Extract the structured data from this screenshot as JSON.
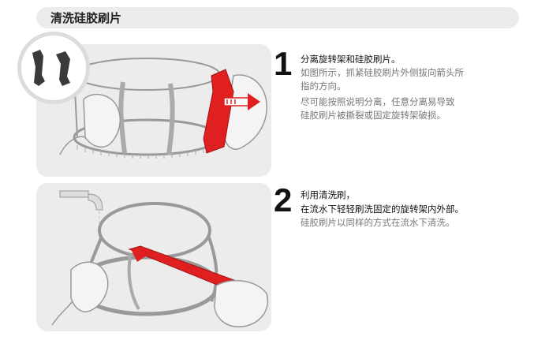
{
  "header": {
    "title": "清洗硅胶刷片"
  },
  "step1": {
    "number": "1",
    "title": "分离旋转架和硅胶刷片。",
    "lines": [
      "如图所示，抓紧硅胶刷片外侧拔向箭头所",
      "指的方向。",
      "尽可能按照说明分离，任意分离易导致",
      "硅胶刷片被撕裂或固定旋转架破损。"
    ]
  },
  "step2": {
    "number": "2",
    "title": "利用清洗刷，",
    "title2": "在流水下轻轻刷洗固定的旋转架内外部。",
    "lines": [
      "硅胶刷片以同样的方式在流水下清洗。"
    ]
  },
  "colors": {
    "accent": "#e02020",
    "panel": "#ececec",
    "header": "#ececec"
  },
  "icons": [
    "silicone-blade-icon",
    "arrow-right-icon",
    "faucet-icon",
    "brush-icon"
  ]
}
